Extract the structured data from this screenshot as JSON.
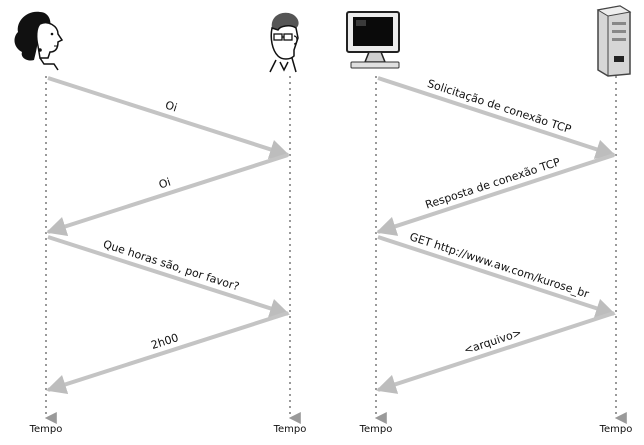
{
  "diagram": {
    "left": {
      "actors": [
        {
          "name": "woman",
          "icon": "woman-icon"
        },
        {
          "name": "man",
          "icon": "man-with-glasses-icon"
        }
      ],
      "time_labels": [
        "Tempo",
        "Tempo"
      ],
      "messages": [
        {
          "from": 0,
          "to": 1,
          "label": "Oi"
        },
        {
          "from": 1,
          "to": 0,
          "label": "Oi"
        },
        {
          "from": 0,
          "to": 1,
          "label": "Que horas são, por favor?"
        },
        {
          "from": 1,
          "to": 0,
          "label": "2h00"
        }
      ]
    },
    "right": {
      "actors": [
        {
          "name": "computer",
          "icon": "desktop-computer-icon"
        },
        {
          "name": "server",
          "icon": "server-tower-icon"
        }
      ],
      "time_labels": [
        "Tempo",
        "Tempo"
      ],
      "messages": [
        {
          "from": 0,
          "to": 1,
          "label": "Solicitação de conexão TCP"
        },
        {
          "from": 1,
          "to": 0,
          "label": "Resposta de conexão TCP"
        },
        {
          "from": 0,
          "to": 1,
          "label": "GET http://www.aw.com/kurose_br"
        },
        {
          "from": 1,
          "to": 0,
          "label": "<arquivo>"
        }
      ]
    },
    "colors": {
      "arrow": "#c4c4c4",
      "lifeline": "#9a9a9a",
      "text": "#111111"
    }
  }
}
